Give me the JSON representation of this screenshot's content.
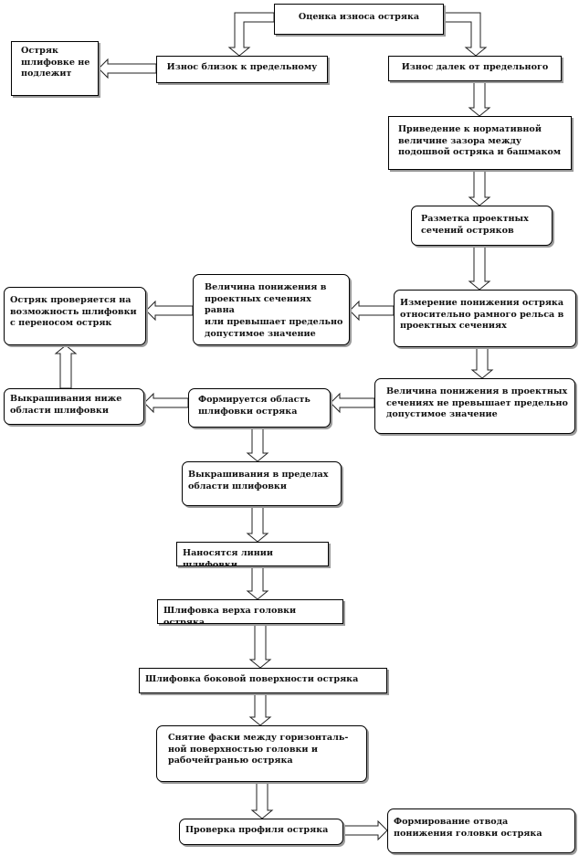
{
  "nodes": {
    "assess": "Оценка износа остряка",
    "near_limit": "Износ близок к предельному",
    "not_grind": "Остряк\nшлифовке не\nподлежит",
    "far_limit": "Износ далек от предельного",
    "gap_norm": "Приведение к нормативной\nвеличине зазора между\nподошвой остряка и башмаком",
    "mark_sections": "Разметка проектных\nсечений остряков",
    "measure_lowering": "Измерение понижения остряка\nотносительно рамного рельса в\nпроектных  сечениях",
    "lowering_exceeds": "Величина понижения в\nпроектных  сечениях равна\nили превышает предельно\nдопустимое значение",
    "check_transfer": "Остряк проверяется на\nвозможность шлифовки\nс переносом остряк",
    "lowering_ok": "Величина понижения в проектных\nсечениях не превышает предельно\nдопустимое значение",
    "form_area": "Формируется область\nшлифовки  остряка",
    "chipping_below": "Выкрашивания ниже\nобласти шлифовки",
    "chipping_within": "Выкрашивания в пределах\nобласти шлифовки",
    "draw_lines": "Наносятся линии шлифовки",
    "grind_top": "Шлифовка  верха головки остряка",
    "grind_side": "Шлифовка  боковой поверхности  остряка",
    "chamfer": "Снятие  фаски между горизонталь-\nной поверхностью  головки и\nрабочейгранью остряка",
    "check_profile": "Проверка профиля остряка",
    "form_outlet": "Формирование отвода\nпонижения головки  остряка"
  }
}
